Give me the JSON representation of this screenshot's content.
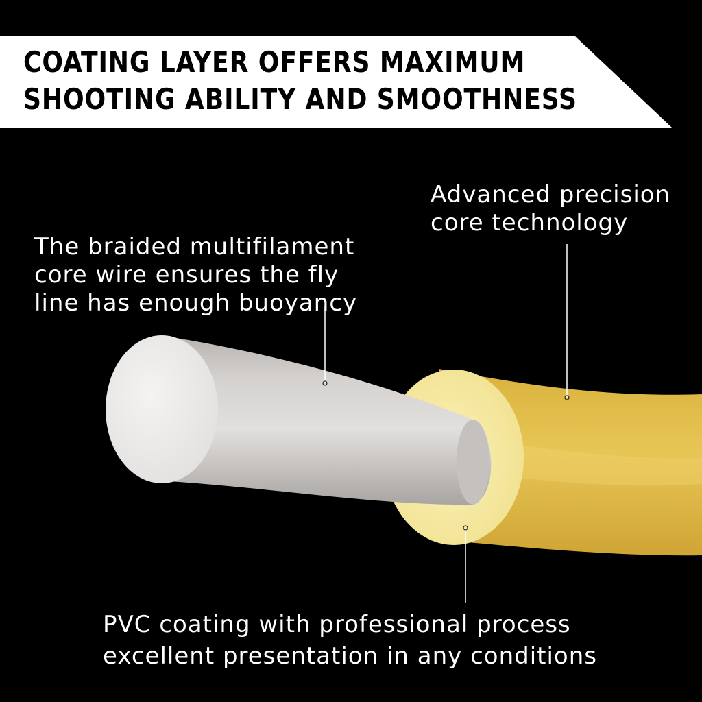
{
  "headline": {
    "line1": "COATING LAYER OFFERS MAXIMUM",
    "line2": "SHOOTING ABILITY AND SMOOTHNESS"
  },
  "callouts": {
    "core_technology": {
      "line1": "Advanced precision",
      "line2": "core technology"
    },
    "braided_core": {
      "line1": "The braided multifilament",
      "line2": "core wire ensures the fly",
      "line3": "line has enough buoyancy"
    },
    "pvc_coating": {
      "line1": "PVC coating with professional process",
      "line2": "excellent presentation in any conditions"
    }
  },
  "colors": {
    "background": "#000000",
    "banner": "#ffffff",
    "coating_outer": "#e3bd4a",
    "coating_ring": "#f6eca6",
    "core_silver": "#c9c6c4",
    "core_face": "#efeeed",
    "callout_text": "#ffffff"
  }
}
